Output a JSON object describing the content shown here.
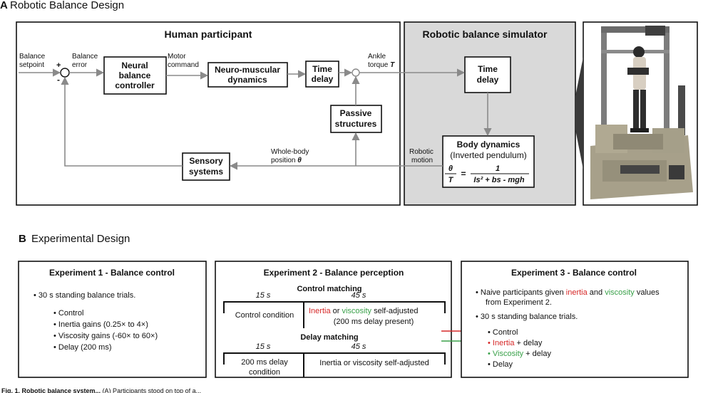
{
  "panelA": {
    "letter": "A",
    "title": "Robotic Balance Design",
    "human_title": "Human participant",
    "sim_title": "Robotic balance simulator",
    "labels": {
      "balance": "Balance",
      "setpoint": "setpoint",
      "plus": "+",
      "minus": "-",
      "balance2": "Balance",
      "error": "error",
      "motor": "Motor",
      "command": "command",
      "ankle": "Ankle",
      "torque": "torque",
      "torque_sym": "T",
      "whole_body": "Whole-body",
      "position": "position",
      "theta": "θ",
      "robotic": "Robotic",
      "motion": "motion"
    },
    "blocks": {
      "neural_1": "Neural",
      "neural_2": "balance",
      "neural_3": "controller",
      "nm_1": "Neuro-muscular",
      "nm_2": "dynamics",
      "delay_1": "Time",
      "delay_2": "delay",
      "passive_1": "Passive",
      "passive_2": "structures",
      "sensory_1": "Sensory",
      "sensory_2": "systems",
      "sim_delay_1": "Time",
      "sim_delay_2": "delay",
      "body_1": "Body dynamics",
      "body_2": "(Inverted pendulum)"
    },
    "equation": {
      "lhs_num": "θ",
      "lhs_den": "T",
      "equals": "=",
      "rhs_num": "1",
      "rhs_den": "Is² + bs - mgh"
    }
  },
  "panelB": {
    "letter": "B",
    "title": "Experimental Design",
    "exp1": {
      "title": "Experiment 1 - Balance control",
      "bullet_main": "30 s standing balance trials.",
      "items": [
        "Control",
        "Inertia gains (0.25× to 4×)",
        "Viscosity gains (-60× to 60×)",
        "Delay (200 ms)"
      ]
    },
    "exp2": {
      "title": "Experiment 2 - Balance perception",
      "control_heading": "Control matching",
      "t1": "15 s",
      "t2": "45 s",
      "control_condition": "Control condition",
      "inertia": "Inertia",
      "or": " or ",
      "viscosity": "viscosity",
      "self_adjusted": " self-adjusted",
      "delay_present": "(200 ms delay present)",
      "delay_heading": "Delay matching",
      "t3": "15 s",
      "t4": "45 s",
      "delay_cond_1": "200 ms delay",
      "delay_cond_2": "condition",
      "delay_adjusted": "Inertia or viscosity self-adjusted"
    },
    "exp3": {
      "title": "Experiment 3 - Balance control",
      "b1_pre": "Naive participants given ",
      "b1_inertia": "inertia",
      "b1_and": " and ",
      "b1_viscosity": "viscosity",
      "b1_post": " values",
      "b1_line2": "from Experiment 2.",
      "b2": "30 s standing balance trials.",
      "i1": "Control",
      "i2_colored": "Inertia",
      "i2_rest": " + delay",
      "i3_colored": "Viscosity",
      "i3_rest": " + delay",
      "i4": "Delay"
    }
  },
  "caption": {
    "prefix": "Fig. 1. Robotic balance system...",
    "rest": "(A) Participants stood on top of a..."
  },
  "colors": {
    "arrow_gray": "#8a8a8a",
    "sim_bg": "#d9d9d9",
    "red": "#d62828",
    "green": "#3aa14a"
  }
}
